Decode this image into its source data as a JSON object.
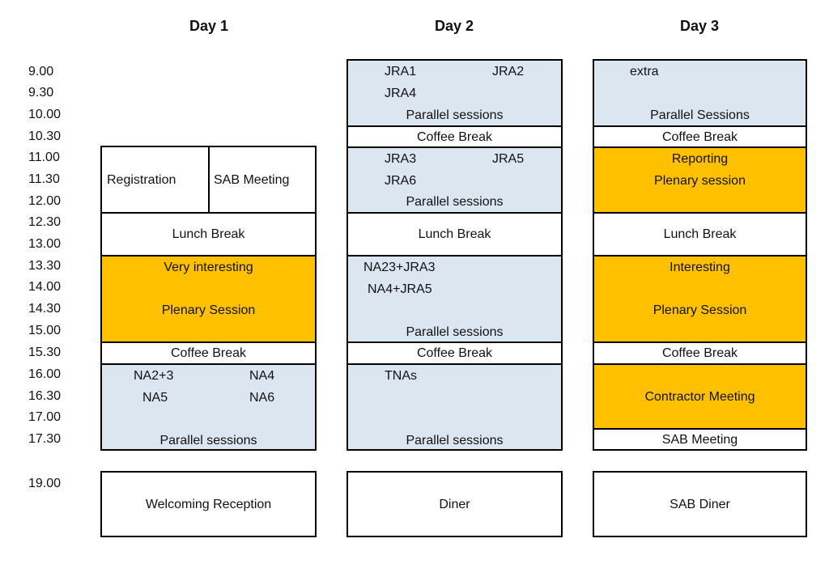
{
  "days": [
    "Day 1",
    "Day 2",
    "Day 3"
  ],
  "times": [
    "9.00",
    "9.30",
    "10.00",
    "10.30",
    "11.00",
    "11.30",
    "12.00",
    "12.30",
    "13.00",
    "13.30",
    "14.00",
    "14.30",
    "15.00",
    "15.30",
    "16.00",
    "16.30",
    "17.00",
    "17.30",
    "19.00"
  ],
  "colors": {
    "parallel": "#dce6f1",
    "plenary": "#ffc000",
    "break": "#ffffff",
    "border": "#000000"
  },
  "day1": {
    "registration": "Registration",
    "sab_meeting": "SAB Meeting",
    "lunch": "Lunch Break",
    "plenary_line1": "Very interesting",
    "plenary_line2": "Plenary Session",
    "coffee": "Coffee Break",
    "parallel": {
      "items": [
        "NA2+3",
        "NA4",
        "NA5",
        "NA6"
      ],
      "label": "Parallel sessions"
    },
    "evening": "Welcoming Reception"
  },
  "day2": {
    "morning": {
      "items": [
        "JRA1",
        "JRA2",
        "JRA4"
      ],
      "label": "Parallel sessions"
    },
    "coffee1": "Coffee Break",
    "late_morning": {
      "items": [
        "JRA3",
        "JRA5",
        "JRA6"
      ],
      "label": "Parallel sessions"
    },
    "lunch": "Lunch Break",
    "afternoon": {
      "items": [
        "NA23+JRA3",
        "NA4+JRA5"
      ],
      "label": "Parallel sessions"
    },
    "coffee2": "Coffee Break",
    "late_afternoon": {
      "items": [
        "TNAs"
      ],
      "label": "Parallel sessions"
    },
    "evening": "Diner"
  },
  "day3": {
    "morning": {
      "items": [
        "extra"
      ],
      "label": "Parallel Sessions"
    },
    "coffee1": "Coffee Break",
    "reporting_line1": "Reporting",
    "reporting_line2": "Plenary session",
    "lunch": "Lunch Break",
    "plenary_line1": "Interesting",
    "plenary_line2": "Plenary Session",
    "coffee2": "Coffee Break",
    "contractor": "Contractor Meeting",
    "sab_meeting": "SAB Meeting",
    "evening": "SAB Diner"
  }
}
